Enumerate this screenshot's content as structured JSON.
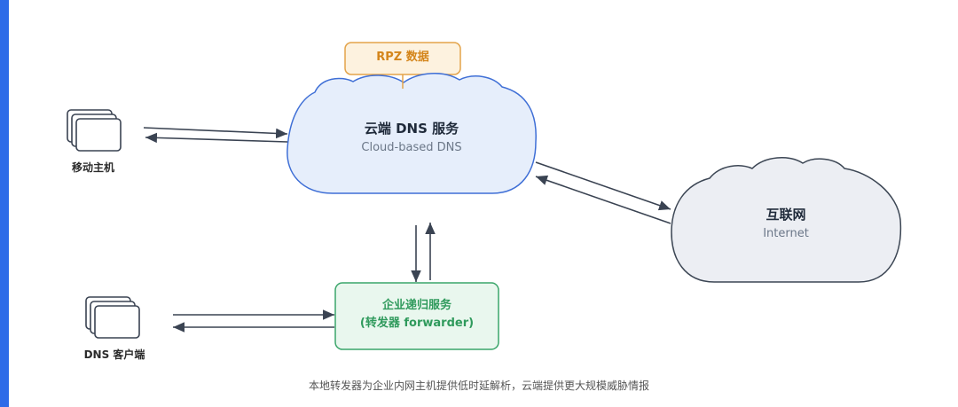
{
  "rpz": {
    "label": "RPZ 数据"
  },
  "cloud_dns": {
    "title": "云端 DNS 服务",
    "subtitle": "Cloud-based DNS"
  },
  "internet": {
    "title": "互联网",
    "subtitle": "Internet"
  },
  "mobile_host": {
    "label": "移动主机"
  },
  "dns_client": {
    "label": "DNS 客户端"
  },
  "forwarder": {
    "line1": "企业递归服务",
    "line2": "(转发器 forwarder)"
  },
  "caption": "本地转发器为企业内网主机提供低时延解析，云端提供更大规模威胁情报",
  "colors": {
    "accent_bar": "#2d6be8",
    "cloud_dns_fill": "#e6eefb",
    "cloud_dns_stroke": "#3f6fd6",
    "internet_fill": "#eceef3",
    "internet_stroke": "#3c4654",
    "rpz_fill": "#fdf2df",
    "rpz_stroke": "#e3a34a",
    "forwarder_fill": "#e9f7ee",
    "forwarder_stroke": "#3aa56a",
    "arrow": "#3a4352"
  }
}
